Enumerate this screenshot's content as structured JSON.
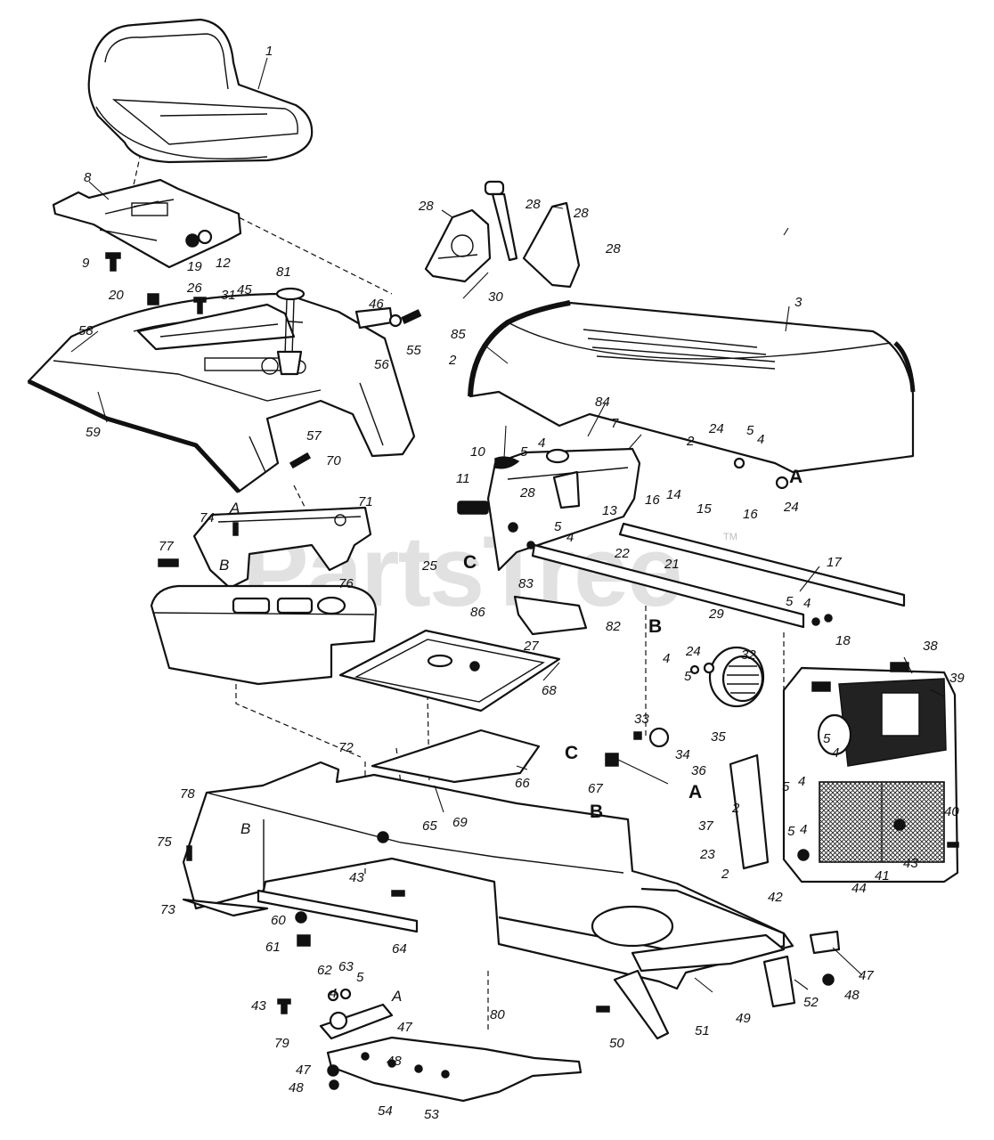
{
  "watermark": {
    "text": "PartsTree",
    "tm": "TM"
  },
  "letter_labels": [
    "A",
    "B",
    "C"
  ],
  "part_numbers": [
    "1",
    "2",
    "3",
    "4",
    "5",
    "7",
    "8",
    "9",
    "10",
    "11",
    "12",
    "13",
    "14",
    "15",
    "16",
    "17",
    "18",
    "19",
    "20",
    "21",
    "22",
    "23",
    "24",
    "25",
    "26",
    "27",
    "28",
    "29",
    "30",
    "31",
    "32",
    "33",
    "34",
    "35",
    "36",
    "37",
    "38",
    "39",
    "40",
    "41",
    "42",
    "43",
    "44",
    "45",
    "46",
    "47",
    "48",
    "49",
    "50",
    "51",
    "52",
    "53",
    "54",
    "55",
    "56",
    "57",
    "58",
    "59",
    "60",
    "61",
    "62",
    "63",
    "64",
    "65",
    "66",
    "67",
    "68",
    "69",
    "70",
    "71",
    "72",
    "73",
    "74",
    "75",
    "76",
    "77",
    "78",
    "79",
    "80",
    "81",
    "82",
    "83",
    "84",
    "85",
    "86"
  ]
}
